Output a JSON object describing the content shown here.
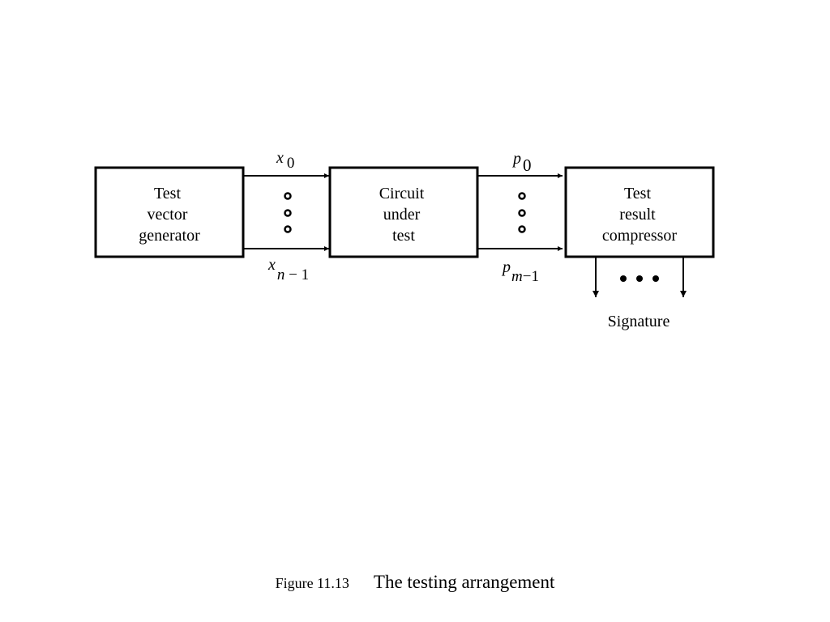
{
  "blocks": {
    "generator": {
      "lines": [
        "Test",
        "vector",
        "generator"
      ]
    },
    "cut": {
      "lines": [
        "Circuit",
        "under",
        "test"
      ]
    },
    "compressor": {
      "lines": [
        "Test",
        "result",
        "compressor"
      ]
    }
  },
  "signals": {
    "x_first": {
      "var": "x",
      "sub": "0"
    },
    "x_last": {
      "var": "x",
      "sub_var": "n",
      "sub_rest": " − 1"
    },
    "p_first": {
      "var": "p",
      "sub": "0"
    },
    "p_last": {
      "var": "p",
      "sub_var": "m",
      "sub_rest": "−1"
    }
  },
  "output": {
    "label": "Signature"
  },
  "caption": {
    "number": "Figure 11.13",
    "title": "The testing arrangement"
  }
}
